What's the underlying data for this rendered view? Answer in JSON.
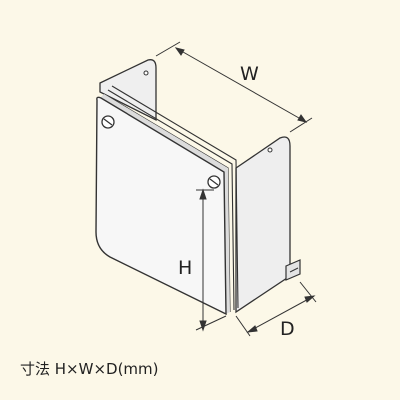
{
  "dimensions": {
    "width_label": "W",
    "height_label": "H",
    "depth_label": "D"
  },
  "caption": "寸法 H×W×D(mm)",
  "colors": {
    "background": "#fcf8e8",
    "outline": "#333333",
    "face_fill": "#f7f7f7",
    "side_fill": "#eeeeee",
    "rim_fill": "#d9d9d9"
  }
}
